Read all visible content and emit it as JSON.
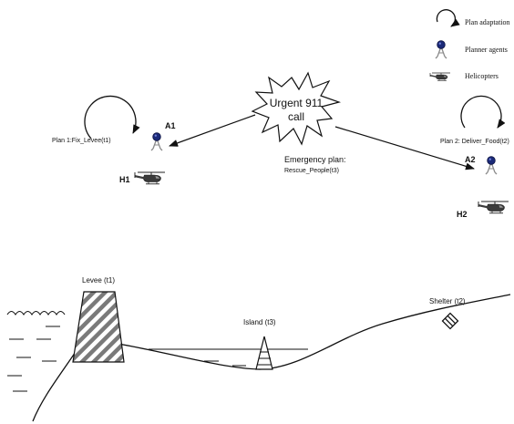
{
  "legend": {
    "plan_adaptation": "Plan adaptation",
    "planner_agents": "Planner agents",
    "helicopters": "Helicopters",
    "plan_adaptation_icon": "circular-arrow-icon",
    "planner_agents_icon": "agent-icon",
    "helicopters_icon": "helicopter-icon"
  },
  "event": {
    "line1": "Urgent 911",
    "line2": "call"
  },
  "agents": {
    "a1": "A1",
    "a2": "A2",
    "h1": "H1",
    "h2": "H2"
  },
  "plans": {
    "plan1": "Plan 1:Fix_Levee(t1)",
    "plan2": "Plan 2: Deliver_Food(t2)",
    "emergency_line1": "Emergency plan:",
    "emergency_line2": "Rescue_People(t3)"
  },
  "terrain": {
    "levee": "Levee (t1)",
    "island": "Island (t3)",
    "shelter": "Shelter (t2)"
  },
  "colors": {
    "agent_head": "#1b2a78",
    "ink": "#111111",
    "hatch": "#777777"
  }
}
